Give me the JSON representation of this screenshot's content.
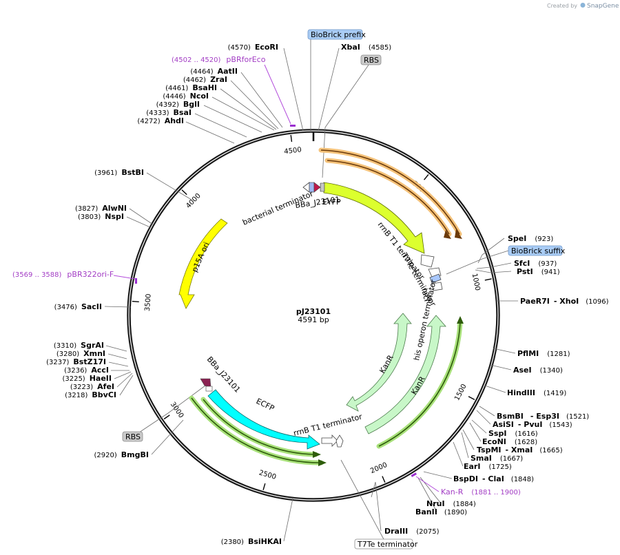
{
  "credit": {
    "prefix": "Created by",
    "brand": "SnapGene"
  },
  "plasmid": {
    "name": "pJ23101",
    "length": "4591 bp",
    "bp": 4591
  },
  "tick_marks": [
    {
      "bp": 500,
      "label": "500"
    },
    {
      "bp": 1000,
      "label": "1000"
    },
    {
      "bp": 1500,
      "label": "1500"
    },
    {
      "bp": 2000,
      "label": "2000"
    },
    {
      "bp": 2500,
      "label": "2500"
    },
    {
      "bp": 3000,
      "label": "3000"
    },
    {
      "bp": 3500,
      "label": "3500"
    },
    {
      "bp": 4000,
      "label": "4000"
    },
    {
      "bp": 4500,
      "label": "4500"
    }
  ],
  "boxed_labels": [
    {
      "text": "BioBrick prefix",
      "style": "blue"
    },
    {
      "text": "RBS",
      "style": "grey"
    },
    {
      "text": "BioBrick suffix",
      "style": "blue"
    },
    {
      "text": "RBS",
      "style": "grey"
    },
    {
      "text": "T7Te terminator",
      "style": "white"
    }
  ],
  "features": [
    {
      "name": "EYFP",
      "color": "#dcff2e"
    },
    {
      "name": "BBa_J23101",
      "color": "#ffffff"
    },
    {
      "name": "bacterial terminator",
      "color": "#ffffff"
    },
    {
      "name": "p15A ori",
      "color": "#ffff00"
    },
    {
      "name": "rrnB T1 terminator",
      "color": "#ffffff"
    },
    {
      "name": "T7Te terminator",
      "color": "#ffffff"
    },
    {
      "name": "lacI",
      "color": "#ffffff"
    },
    {
      "name": "his operon terminator",
      "color": "#ffffff"
    },
    {
      "name": "KanR",
      "color": "#c8f7c8"
    },
    {
      "name": "KanR",
      "color": "#c8f7c8"
    },
    {
      "name": "BBa_J23101",
      "color": "#ffffff"
    },
    {
      "name": "ECFP",
      "color": "#00ffff"
    },
    {
      "name": "rrnB T1 terminator",
      "color": "#ffffff"
    }
  ],
  "sites_left": [
    {
      "name": "EcoRI",
      "pos": "(4570)"
    },
    {
      "name": "AatII",
      "pos": "(4464)"
    },
    {
      "name": "ZraI",
      "pos": "(4462)"
    },
    {
      "name": "BsaHI",
      "pos": "(4461)"
    },
    {
      "name": "NcoI",
      "pos": "(4446)"
    },
    {
      "name": "BglI",
      "pos": "(4392)"
    },
    {
      "name": "BsaI",
      "pos": "(4333)"
    },
    {
      "name": "AhdI",
      "pos": "(4272)"
    },
    {
      "name": "BstBI",
      "pos": "(3961)"
    },
    {
      "name": "AlwNI",
      "pos": "(3827)"
    },
    {
      "name": "NspI",
      "pos": "(3803)"
    },
    {
      "name": "SacII",
      "pos": "(3476)"
    },
    {
      "name": "SgrAI",
      "pos": "(3310)"
    },
    {
      "name": "XmnI",
      "pos": "(3280)"
    },
    {
      "name": "BstZ17I",
      "pos": "(3237)"
    },
    {
      "name": "AccI",
      "pos": "(3236)"
    },
    {
      "name": "HaeII",
      "pos": "(3225)"
    },
    {
      "name": "AfeI",
      "pos": "(3223)"
    },
    {
      "name": "BbvCI",
      "pos": "(3218)"
    },
    {
      "name": "BmgBI",
      "pos": "(2920)"
    },
    {
      "name": "BsiHKAI",
      "pos": "(2380)"
    }
  ],
  "sites_right": [
    {
      "name": "XbaI",
      "pos": "(4585)"
    },
    {
      "name": "SpeI",
      "pos": "(923)"
    },
    {
      "name": "SfcI",
      "pos": "(937)"
    },
    {
      "name": "PstI",
      "pos": "(941)"
    },
    {
      "name": "PaeR7I",
      "name2": "- XhoI",
      "pos": "(1096)"
    },
    {
      "name": "PflMI",
      "pos": "(1281)"
    },
    {
      "name": "AseI",
      "pos": "(1340)"
    },
    {
      "name": "HindIII",
      "pos": "(1419)"
    },
    {
      "name": "BsmBI",
      "name2": "- Esp3I",
      "pos": "(1521)"
    },
    {
      "name": "AsiSI",
      "name2": "- PvuI",
      "pos": "(1543)"
    },
    {
      "name": "SspI",
      "pos": "(1616)"
    },
    {
      "name": "EcoNI",
      "pos": "(1628)"
    },
    {
      "name": "TspMI",
      "name2": "- XmaI",
      "pos": "(1665)"
    },
    {
      "name": "SmaI",
      "pos": "(1667)"
    },
    {
      "name": "EarI",
      "pos": "(1725)"
    },
    {
      "name": "BspDI",
      "name2": "- ClaI",
      "pos": "(1848)"
    },
    {
      "name": "NruI",
      "pos": "(1884)"
    },
    {
      "name": "BanII",
      "pos": "(1890)"
    },
    {
      "name": "DraIII",
      "pos": "(2075)"
    }
  ],
  "primers": [
    {
      "name": "pBRforEco",
      "range": "(4502 .. 4520)"
    },
    {
      "name": "pBR322ori-F",
      "range": "(3569 .. 3588)"
    },
    {
      "name": "Kan-R",
      "range": "(1881 .. 1900)"
    }
  ]
}
